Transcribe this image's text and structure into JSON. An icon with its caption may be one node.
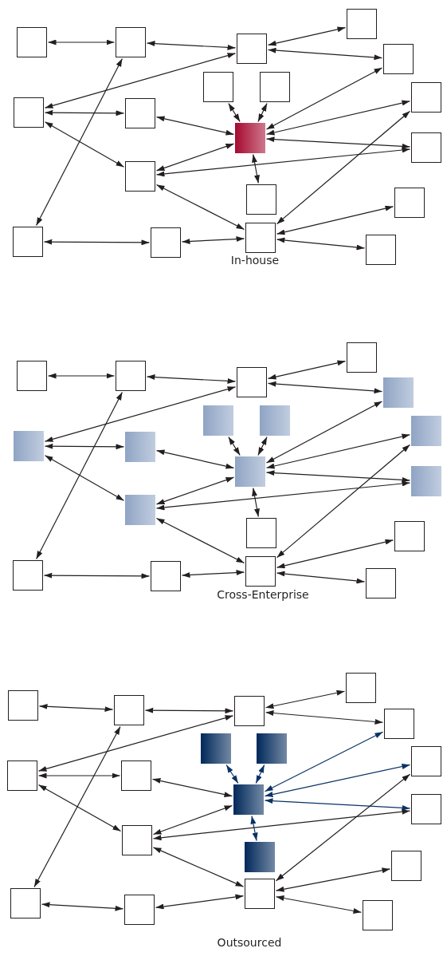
{
  "diagram": {
    "nodes": [
      {
        "text": [],
        "shape": "box"
      },
      {
        "text": [],
        "shape": "box"
      },
      {
        "text": [],
        "shape": "box"
      },
      {
        "text": [],
        "shape": "box"
      },
      {
        "text": [],
        "shape": "box"
      },
      {
        "text": [],
        "shape": "box"
      },
      {
        "text": [],
        "shape": "box"
      },
      {
        "text": [],
        "shape": "box"
      },
      {
        "text": [],
        "shape": "box"
      },
      {
        "text": [],
        "shape": "box"
      },
      {
        "text": [],
        "shape": "box"
      },
      {
        "text": [],
        "shape": "box"
      },
      {
        "text": [],
        "shape": "box"
      },
      {
        "text": [],
        "shape": "box"
      },
      {
        "text": [],
        "shape": "box"
      },
      {
        "text": [],
        "shape": "box"
      },
      {
        "text": [],
        "shape": "box"
      },
      {
        "text": [],
        "shape": "box"
      },
      {
        "text": [],
        "shape": "box"
      },
      {
        "text": [],
        "shape": "box"
      },
      {
        "text": [],
        "shape": "box"
      },
      {
        "text": [],
        "shape": "box"
      },
      {
        "text": [],
        "shape": "box"
      },
      {
        "text": [],
        "shape": "box"
      },
      {
        "text": [],
        "shape": "box"
      },
      {
        "text": [],
        "shape": "box"
      },
      {
        "text": [],
        "shape": "box"
      },
      {
        "text": [],
        "shape": "box"
      },
      {
        "text": [],
        "shape": "box"
      },
      {
        "text": [],
        "shape": "box"
      },
      {
        "text": [],
        "shape": "box"
      },
      {
        "text": [],
        "shape": "box"
      },
      {
        "text": [],
        "shape": "box"
      },
      {
        "text": [],
        "shape": "box"
      },
      {
        "text": [],
        "shape": "box"
      },
      {
        "text": [],
        "shape": "box"
      },
      {
        "text": [],
        "shape": "box"
      },
      {
        "text": [],
        "shape": "box"
      },
      {
        "text": [],
        "shape": "box"
      },
      {
        "text": [],
        "shape": "box"
      },
      {
        "text": [],
        "shape": "box"
      },
      {
        "text": [],
        "shape": "box"
      },
      {
        "text": [],
        "shape": "box"
      },
      {
        "text": [],
        "shape": "box"
      },
      {
        "text": [],
        "shape": "box"
      },
      {
        "text": [],
        "shape": "box"
      },
      {
        "text": [],
        "shape": "box"
      },
      {
        "text": [],
        "shape": "box"
      },
      {
        "text": [],
        "shape": "box"
      },
      {
        "text": [],
        "shape": "box"
      },
      {
        "text": [],
        "shape": "box"
      },
      {
        "text": [],
        "shape": "box"
      },
      {
        "text": [],
        "shape": "box"
      },
      {
        "text": [],
        "shape": "box"
      },
      {
        "text": [],
        "shape": "box"
      },
      {
        "text": [],
        "shape": "box"
      },
      {
        "text": [],
        "shape": "box"
      }
    ],
    "edges": [
      {
        "from": 0,
        "to": 1,
        "arrow": "both"
      },
      {
        "from": 1,
        "to": 2,
        "arrow": "both"
      },
      {
        "from": 2,
        "to": 3,
        "arrow": "both"
      },
      {
        "from": 2,
        "to": 4,
        "arrow": "both"
      },
      {
        "from": 5,
        "to": 2,
        "arrow": "both"
      },
      {
        "from": 5,
        "to": 6,
        "arrow": "both"
      },
      {
        "from": 6,
        "to": 9,
        "arrow": "both"
      },
      {
        "from": 5,
        "to": 12,
        "arrow": "both"
      },
      {
        "from": 1,
        "to": 15,
        "arrow": "both"
      },
      {
        "from": 7,
        "to": 9,
        "arrow": "both"
      },
      {
        "from": 8,
        "to": 9,
        "arrow": "both"
      },
      {
        "from": 4,
        "to": 9,
        "arrow": "both"
      },
      {
        "from": 10,
        "to": 9,
        "arrow": "both"
      },
      {
        "from": 9,
        "to": 11,
        "arrow": "both"
      },
      {
        "from": 12,
        "to": 11,
        "arrow": "both"
      },
      {
        "from": 12,
        "to": 9,
        "arrow": "both"
      },
      {
        "from": 9,
        "to": 13,
        "arrow": "both"
      },
      {
        "from": 12,
        "to": 17,
        "arrow": "both"
      },
      {
        "from": 17,
        "to": 10,
        "arrow": "both"
      },
      {
        "from": 17,
        "to": 14,
        "arrow": "both"
      },
      {
        "from": 17,
        "to": 18,
        "arrow": "both"
      },
      {
        "from": 15,
        "to": 16,
        "arrow": "both"
      },
      {
        "from": 16,
        "to": 17,
        "arrow": "both"
      },
      {
        "from": 19,
        "to": 20,
        "arrow": "both"
      },
      {
        "from": 20,
        "to": 21,
        "arrow": "both"
      },
      {
        "from": 21,
        "to": 22,
        "arrow": "both"
      },
      {
        "from": 21,
        "to": 23,
        "arrow": "both"
      },
      {
        "from": 24,
        "to": 21,
        "arrow": "both"
      },
      {
        "from": 24,
        "to": 25,
        "arrow": "both"
      },
      {
        "from": 25,
        "to": 28,
        "arrow": "both"
      },
      {
        "from": 24,
        "to": 31,
        "arrow": "both"
      },
      {
        "from": 20,
        "to": 34,
        "arrow": "both"
      },
      {
        "from": 26,
        "to": 28,
        "arrow": "both"
      },
      {
        "from": 27,
        "to": 28,
        "arrow": "both"
      },
      {
        "from": 23,
        "to": 28,
        "arrow": "both"
      },
      {
        "from": 29,
        "to": 28,
        "arrow": "both"
      },
      {
        "from": 28,
        "to": 30,
        "arrow": "both"
      },
      {
        "from": 31,
        "to": 30,
        "arrow": "both"
      },
      {
        "from": 31,
        "to": 28,
        "arrow": "both"
      },
      {
        "from": 28,
        "to": 32,
        "arrow": "both"
      },
      {
        "from": 31,
        "to": 36,
        "arrow": "both"
      },
      {
        "from": 36,
        "to": 29,
        "arrow": "both"
      },
      {
        "from": 36,
        "to": 33,
        "arrow": "both"
      },
      {
        "from": 36,
        "to": 37,
        "arrow": "both"
      },
      {
        "from": 34,
        "to": 35,
        "arrow": "both"
      },
      {
        "from": 35,
        "to": 36,
        "arrow": "both"
      },
      {
        "from": 38,
        "to": 39,
        "arrow": "both"
      },
      {
        "from": 39,
        "to": 40,
        "arrow": "both"
      },
      {
        "from": 40,
        "to": 41,
        "arrow": "both"
      },
      {
        "from": 40,
        "to": 42,
        "arrow": "both"
      },
      {
        "from": 43,
        "to": 40,
        "arrow": "both"
      },
      {
        "from": 43,
        "to": 44,
        "arrow": "both"
      },
      {
        "from": 44,
        "to": 47,
        "arrow": "both"
      },
      {
        "from": 43,
        "to": 50,
        "arrow": "both"
      },
      {
        "from": 39,
        "to": 53,
        "arrow": "both"
      },
      {
        "from": 45,
        "to": 47,
        "arrow": "both",
        "color": "#0a3266"
      },
      {
        "from": 46,
        "to": 47,
        "arrow": "both",
        "color": "#0a3266"
      },
      {
        "from": 42,
        "to": 47,
        "arrow": "both",
        "color": "#0a3266"
      },
      {
        "from": 48,
        "to": 47,
        "arrow": "both",
        "color": "#0a3266"
      },
      {
        "from": 47,
        "to": 49,
        "arrow": "both",
        "color": "#0a3266"
      },
      {
        "from": 50,
        "to": 49,
        "arrow": "both"
      },
      {
        "from": 50,
        "to": 47,
        "arrow": "both"
      },
      {
        "from": 47,
        "to": 51,
        "arrow": "both",
        "color": "#0a3266"
      },
      {
        "from": 50,
        "to": 55,
        "arrow": "both"
      },
      {
        "from": 55,
        "to": 48,
        "arrow": "both"
      },
      {
        "from": 55,
        "to": 52,
        "arrow": "both"
      },
      {
        "from": 55,
        "to": 56,
        "arrow": "both"
      },
      {
        "from": 53,
        "to": 54,
        "arrow": "both"
      },
      {
        "from": 54,
        "to": 55,
        "arrow": "both"
      }
    ],
    "labels": [
      "In-house",
      "Cross-Enterprise",
      "Outsourced"
    ]
  }
}
